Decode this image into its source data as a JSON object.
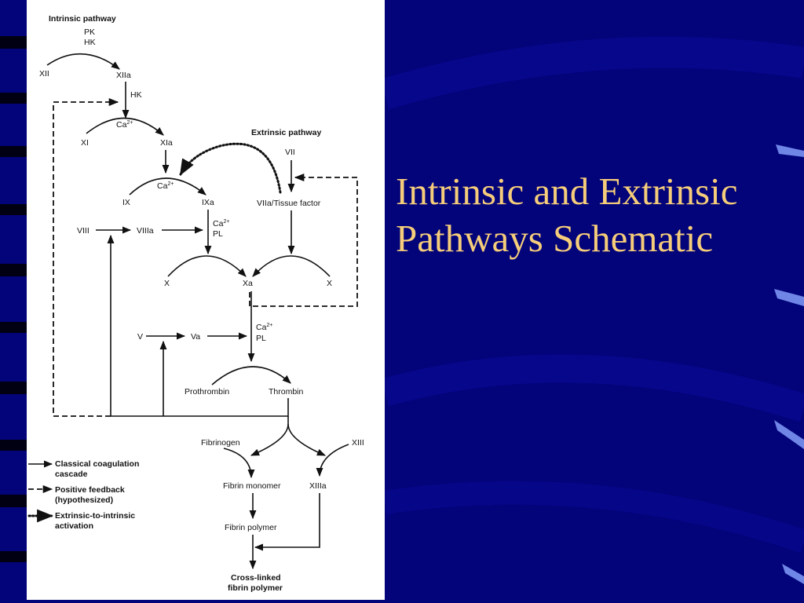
{
  "slide": {
    "title_line1": "Intrinsic and Extrinsic",
    "title_line2": "Pathways Schematic",
    "background_color": "#03037a",
    "title_color": "#f5cd7a"
  },
  "figure": {
    "headers": {
      "intrinsic": "Intrinsic pathway",
      "extrinsic": "Extrinsic pathway"
    },
    "nodes": {
      "xii": "XII",
      "xiia": "XIIa",
      "pk": "PK",
      "hk_top": "HK",
      "hk_mid": "HK",
      "xi": "XI",
      "xia": "XIa",
      "ca_xi": "Ca",
      "ix": "IX",
      "ixa": "IXa",
      "ca_ix": "Ca",
      "vii": "VII",
      "viia_tf": "VIIa/Tissue factor",
      "viii": "VIII",
      "viiia": "VIIIa",
      "ca_pl1_ca": "Ca",
      "ca_pl1_pl": "PL",
      "x_left": "X",
      "xa": "Xa",
      "x_right": "X",
      "v": "V",
      "va": "Va",
      "ca_pl2_ca": "Ca",
      "ca_pl2_pl": "PL",
      "prothrombin": "Prothrombin",
      "thrombin": "Thrombin",
      "fibrinogen": "Fibrinogen",
      "xiii": "XIII",
      "fibrin_monomer": "Fibrin monomer",
      "xiiia": "XIIIa",
      "fibrin_polymer": "Fibrin polymer",
      "crosslinked_1": "Cross-linked",
      "crosslinked_2": "fibrin polymer",
      "superscript": "2+"
    },
    "legend": {
      "classical_1": "Classical coagulation",
      "classical_2": "cascade",
      "positive_1": "Positive feedback",
      "positive_2": "(hypothesized)",
      "extrinsic_1": "Extrinsic-to-intrinsic",
      "extrinsic_2": "activation"
    }
  }
}
